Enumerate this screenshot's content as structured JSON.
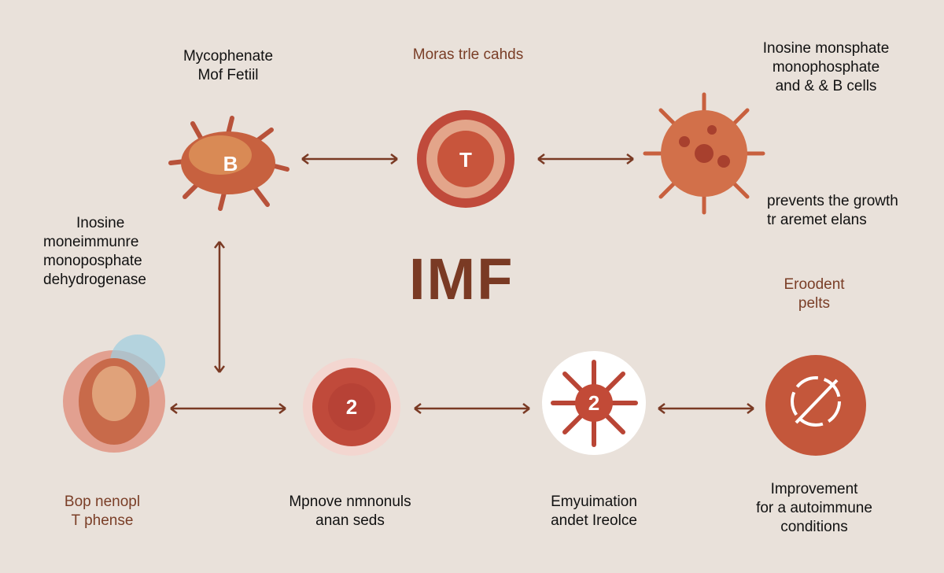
{
  "title": "IMF",
  "labels": {
    "top_left": [
      "Mycophenate",
      "Mof Fetiil"
    ],
    "top_center": "Moras trle cahds",
    "top_right": [
      "Inosine monsphate",
      "monophosphate",
      "and & & B cells"
    ],
    "right_mid": [
      "prevents the growth",
      "tr aremet elans"
    ],
    "left_mid": [
      "Inosine",
      "moneimmunre",
      "monoposphate",
      "dehydrogenase"
    ],
    "right_small": [
      "Eroodent",
      "pelts"
    ],
    "bottom_1": [
      "Bop nenopl",
      "T phense"
    ],
    "bottom_2": [
      "Mpnove nmnonuls",
      "anan seds"
    ],
    "bottom_3": [
      "Emyuimation",
      "andet Ireolce"
    ],
    "bottom_4": [
      "Improvement",
      "for a autoimmune",
      "conditions"
    ]
  },
  "cells": {
    "b": "B",
    "t": "T",
    "c2a": "2",
    "c2b": "2"
  },
  "colors": {
    "accent": "#c0513a",
    "dark": "#7a3a24",
    "bg": "#e9e1da"
  }
}
